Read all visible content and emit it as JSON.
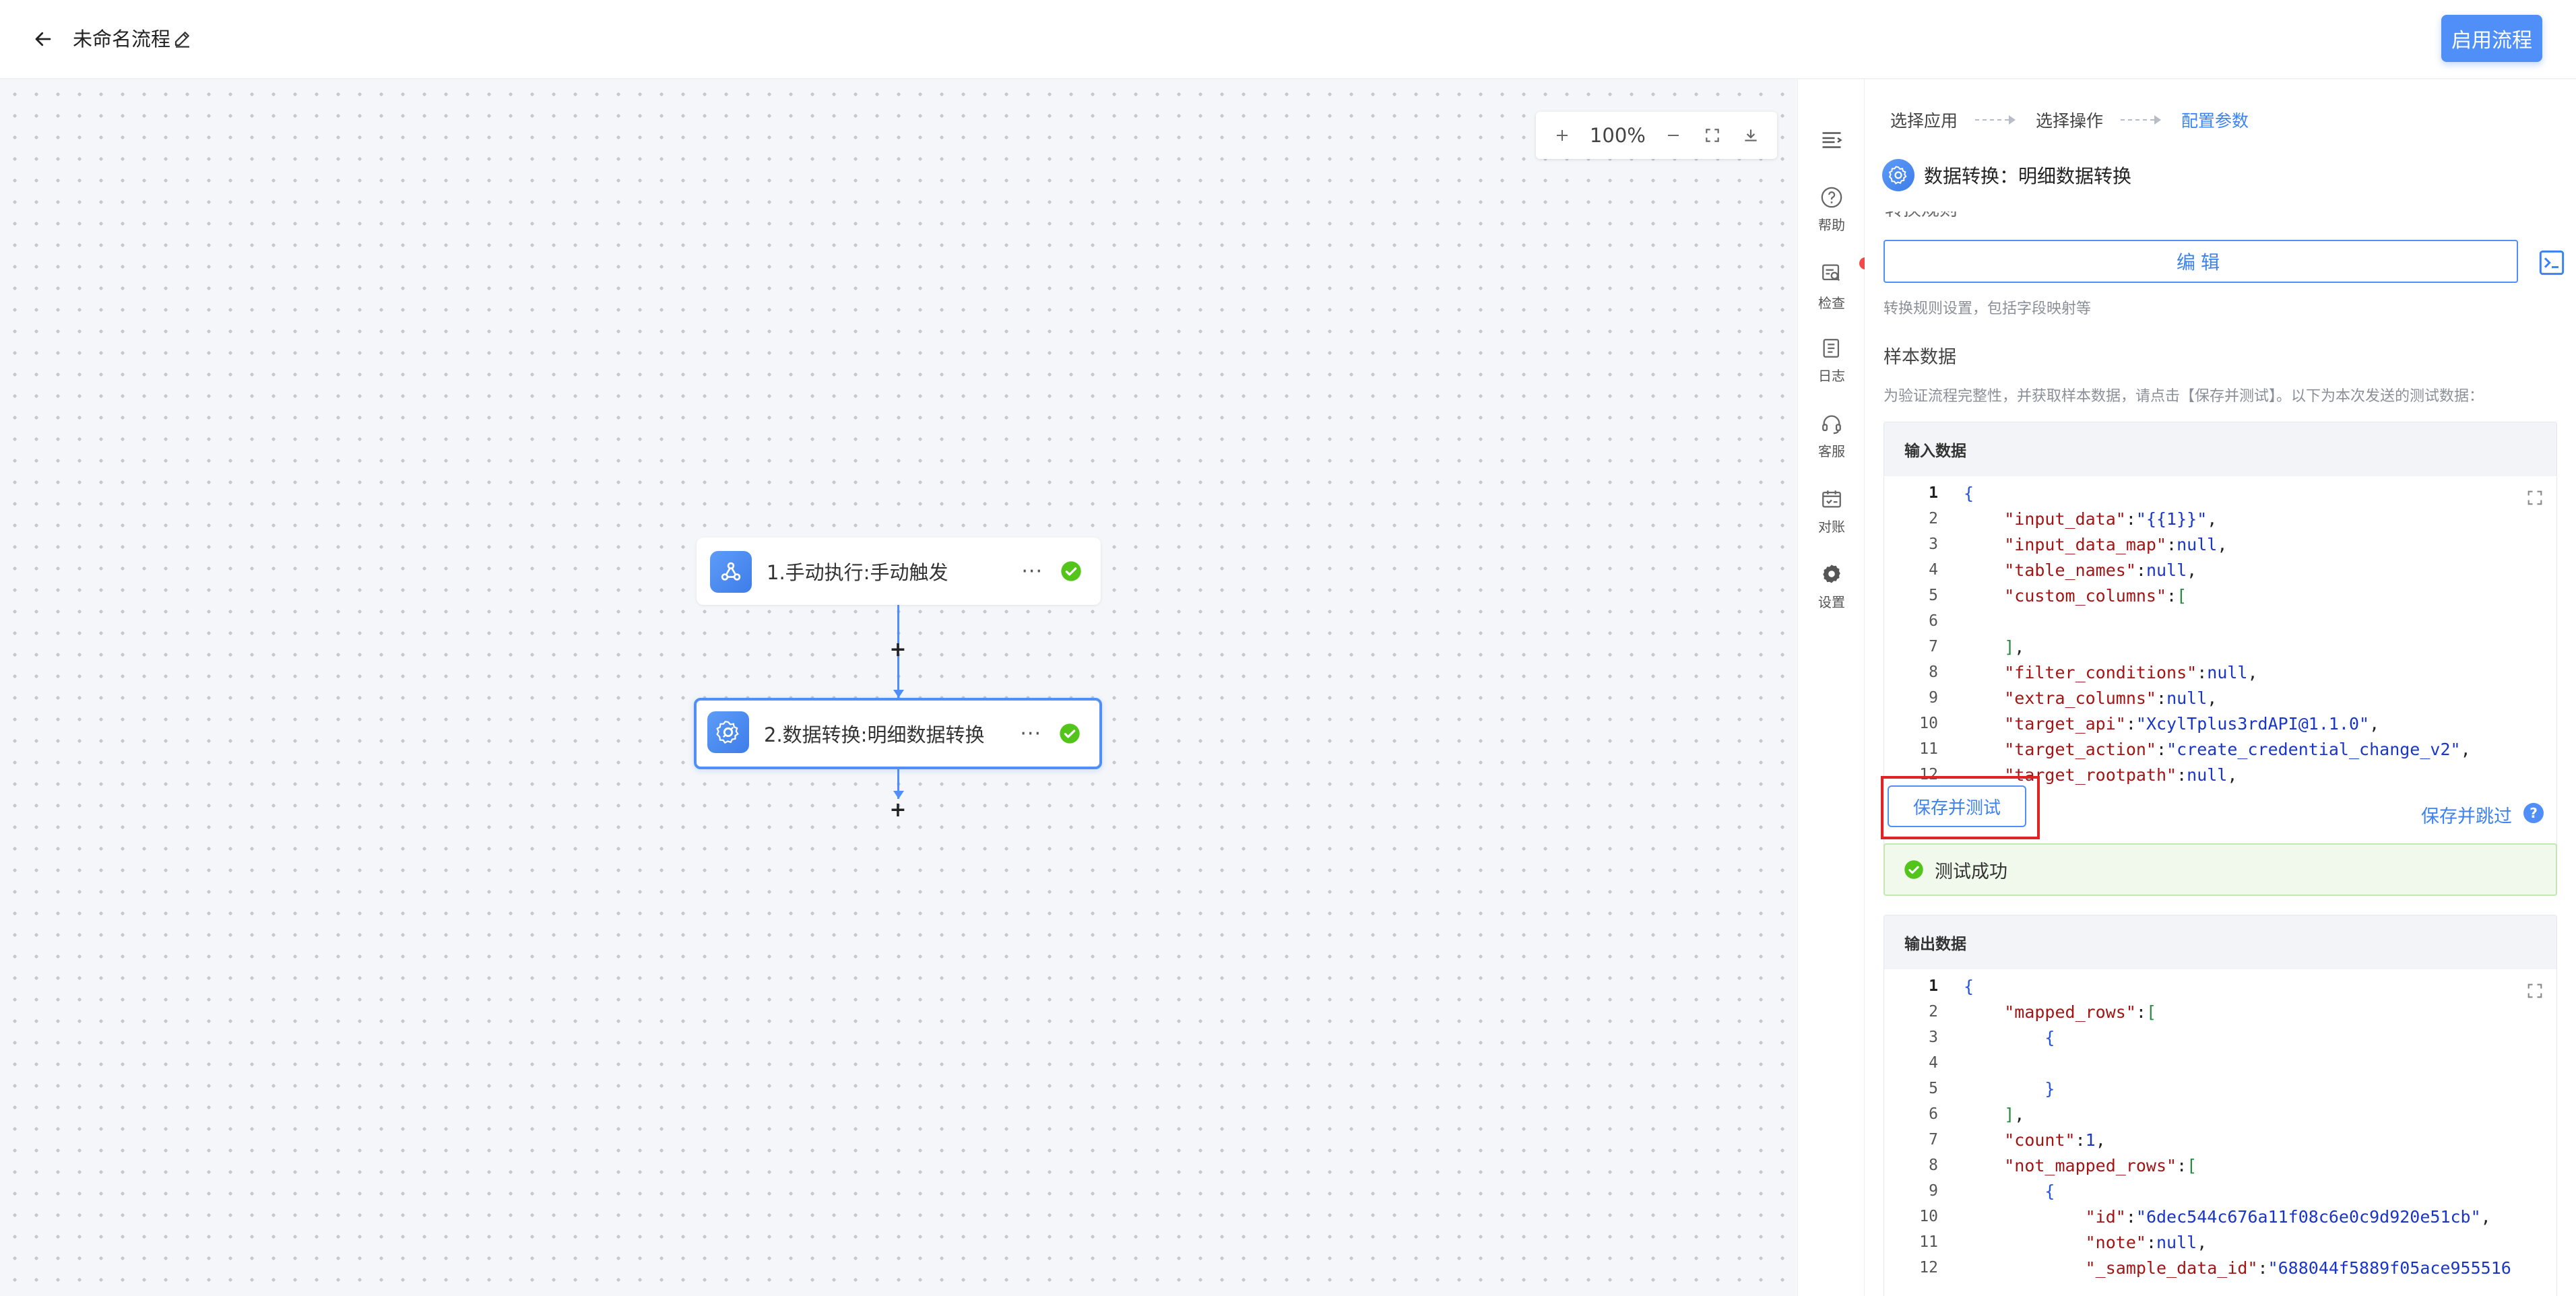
{
  "header": {
    "title": "未命名流程",
    "enable_button": "启用流程"
  },
  "canvas": {
    "zoom": "100%",
    "nodes": [
      {
        "label": "1.手动执行:手动触发",
        "status": "success",
        "selected": false
      },
      {
        "label": "2.数据转换:明细数据转换",
        "status": "success",
        "selected": true
      }
    ],
    "more_glyph": "···"
  },
  "icon_bar": {
    "items": [
      {
        "label": "帮助",
        "icon": "help-icon"
      },
      {
        "label": "检查",
        "icon": "check-icon",
        "badge": "!"
      },
      {
        "label": "日志",
        "icon": "log-icon"
      },
      {
        "label": "客服",
        "icon": "headset-icon"
      },
      {
        "label": "对账",
        "icon": "reconcile-icon"
      },
      {
        "label": "设置",
        "icon": "gear-icon"
      }
    ]
  },
  "panel": {
    "steps": [
      "选择应用",
      "选择操作",
      "配置参数"
    ],
    "active_step": 2,
    "title": "数据转换：明细数据转换",
    "rule_section": "转换规则",
    "edit_button": "编辑",
    "rule_hint": "转换规则设置，包括字段映射等",
    "sample_title": "样本数据",
    "sample_hint": "为验证流程完整性，并获取样本数据，请点击【保存并测试】。以下为本次发送的测试数据：",
    "input_title": "输入数据",
    "output_title": "输出数据",
    "save_test_button": "保存并测试",
    "save_skip_button": "保存并跳过",
    "help_glyph": "?",
    "success_text": "测试成功",
    "input_lines": [
      {
        "n": "1",
        "t": "{"
      },
      {
        "n": "2",
        "t": "    \"input_data\":\"{{1}}\","
      },
      {
        "n": "3",
        "t": "    \"input_data_map\":null,"
      },
      {
        "n": "4",
        "t": "    \"table_names\":null,"
      },
      {
        "n": "5",
        "t": "    \"custom_columns\":["
      },
      {
        "n": "6",
        "t": ""
      },
      {
        "n": "7",
        "t": "    ],"
      },
      {
        "n": "8",
        "t": "    \"filter_conditions\":null,"
      },
      {
        "n": "9",
        "t": "    \"extra_columns\":null,"
      },
      {
        "n": "10",
        "t": "    \"target_api\":\"XcylTplus3rdAPI@1.1.0\","
      },
      {
        "n": "11",
        "t": "    \"target_action\":\"create_credential_change_v2\","
      },
      {
        "n": "12",
        "t": "    \"target_rootpath\":null,"
      }
    ],
    "output_lines": [
      {
        "n": "1",
        "t": "{"
      },
      {
        "n": "2",
        "t": "    \"mapped_rows\":["
      },
      {
        "n": "3",
        "t": "        {"
      },
      {
        "n": "4",
        "t": ""
      },
      {
        "n": "5",
        "t": "        }"
      },
      {
        "n": "6",
        "t": "    ],"
      },
      {
        "n": "7",
        "t": "    \"count\":1,"
      },
      {
        "n": "8",
        "t": "    \"not_mapped_rows\":["
      },
      {
        "n": "9",
        "t": "        {"
      },
      {
        "n": "10",
        "t": "            \"id\":\"6dec544c676a11f08c6e0c9d920e51cb\","
      },
      {
        "n": "11",
        "t": "            \"note\":null,"
      },
      {
        "n": "12",
        "t": "            \"_sample_data_id\":\"688044f5889f05ace955516"
      }
    ]
  },
  "colors": {
    "accent": "#4f8ff7",
    "success": "#52c41a",
    "highlight": "#e02424"
  }
}
